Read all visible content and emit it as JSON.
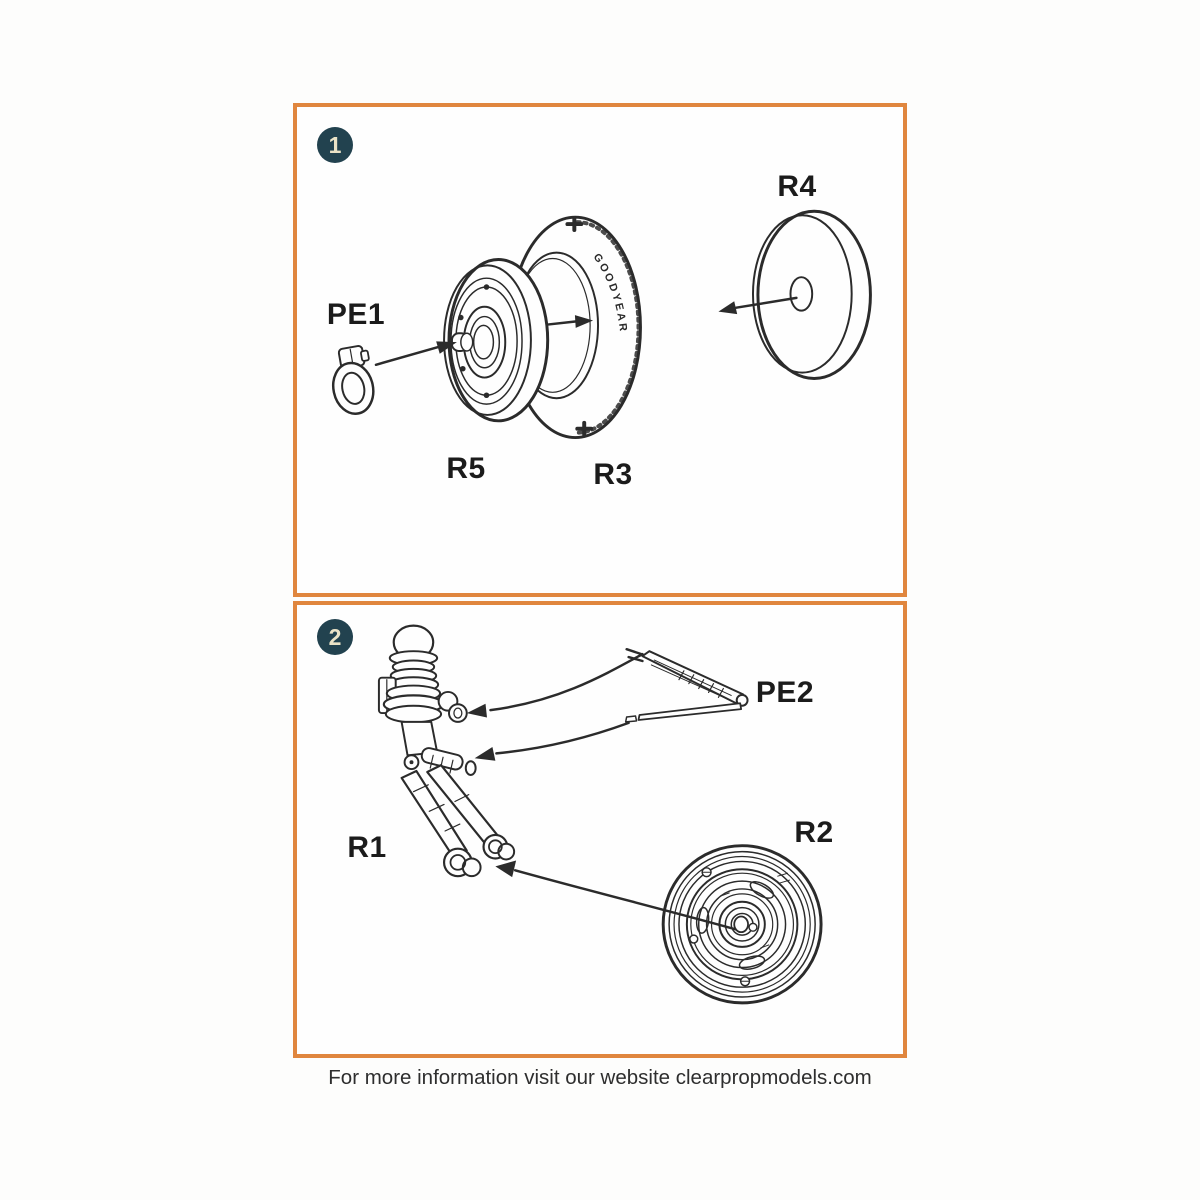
{
  "page": {
    "footer": "For more information visit our website clearpropmodels.com",
    "background": "#fdfdfc"
  },
  "colors": {
    "panel_border": "#e0863e",
    "step_badge_background": "#22424f",
    "step_badge_number": "#ebe3c7",
    "line_art": "#2b2b2b",
    "label_text": "#1b1b1b"
  },
  "panels": [
    {
      "step": "1",
      "labels": {
        "pe1": "PE1",
        "r5": "R5",
        "r3": "R3",
        "r4": "R4"
      },
      "tire_marking": "GOODYEAR"
    },
    {
      "step": "2",
      "labels": {
        "pe2": "PE2",
        "r1": "R1",
        "r2": "R2"
      }
    }
  ]
}
